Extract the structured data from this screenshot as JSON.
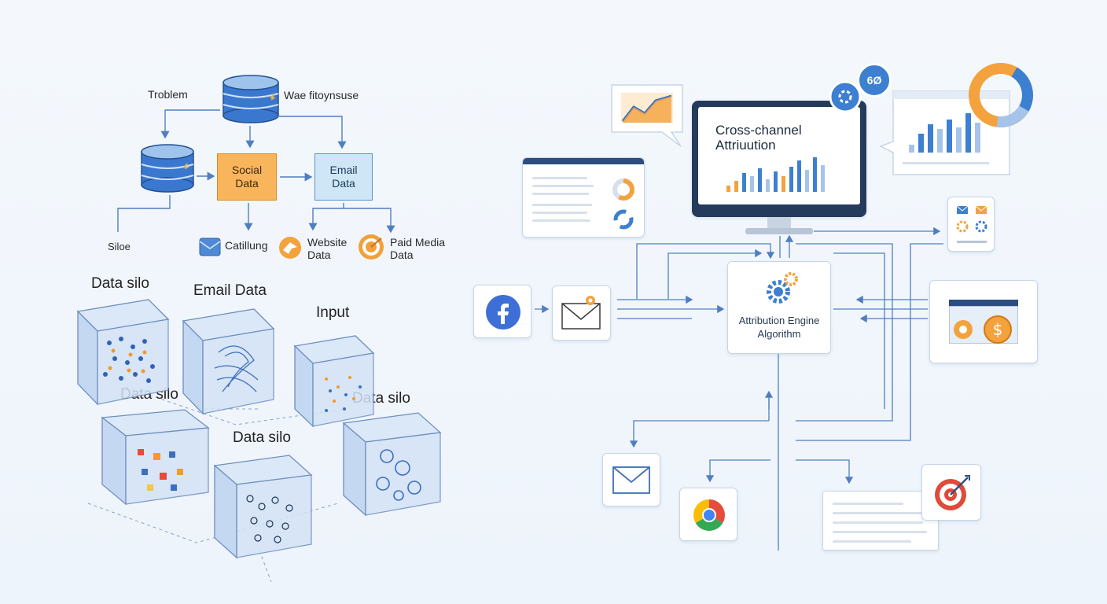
{
  "flow": {
    "label_problem": "Troblem",
    "label_warehouse": "Wae fitoynsuse",
    "label_siloe": "Siloe",
    "node_social": "Social\nData",
    "node_email": "Email\nData",
    "label_catalog": "Catillung",
    "label_website": "Website\nData",
    "label_paid": "Paid Media\nData"
  },
  "silos": {
    "label_1": "Data silo",
    "label_2": "Email Data",
    "label_3": "Input",
    "label_4": "Data silo",
    "label_5": "Data silo",
    "label_6": "Data silo"
  },
  "attribution": {
    "monitor_title_1": "Cross-channel",
    "monitor_title_2": "Attriuution",
    "engine_label_1": "Attribution Engine",
    "engine_label_2": "Algorithm",
    "badge_text": "6Ø"
  },
  "colors": {
    "accent_blue": "#3d7fd1",
    "accent_orange": "#f39a2b",
    "line": "#4f7fbf"
  }
}
